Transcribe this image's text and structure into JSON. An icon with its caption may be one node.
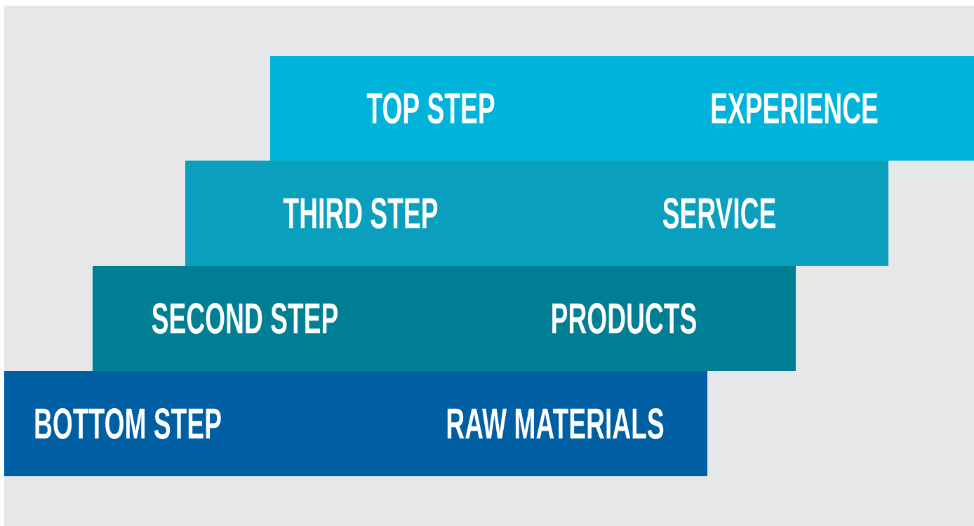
{
  "diagram": {
    "nodes": [
      {
        "text": [
          "TOP STEP",
          "EXPERIENCE"
        ]
      },
      {
        "text": [
          "THIRD STEP",
          "SERVICE"
        ]
      },
      {
        "text": [
          "SECOND STEP",
          "PRODUCTS"
        ]
      },
      {
        "text": [
          "BOTTOM STEP",
          "RAW MATERIALS"
        ]
      }
    ]
  }
}
